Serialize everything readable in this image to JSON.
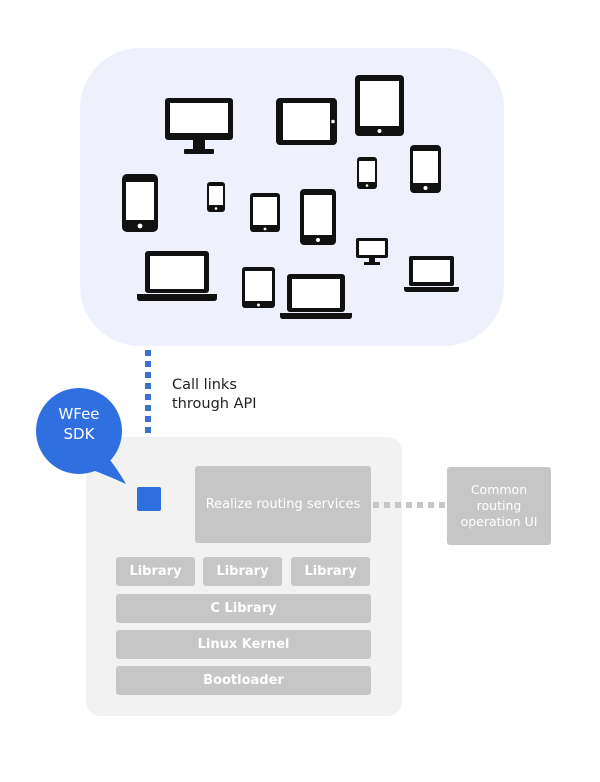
{
  "devices": [
    {
      "icon": "monitor-icon"
    },
    {
      "icon": "tablet-landscape-icon"
    },
    {
      "icon": "tablet-portrait-icon"
    },
    {
      "icon": "smartphone-icon"
    },
    {
      "icon": "smartphone-icon"
    },
    {
      "icon": "smartphone-icon"
    },
    {
      "icon": "tablet-portrait-icon"
    },
    {
      "icon": "tablet-portrait-icon"
    },
    {
      "icon": "smartphone-icon"
    },
    {
      "icon": "monitor-icon"
    },
    {
      "icon": "laptop-icon"
    },
    {
      "icon": "tablet-portrait-icon"
    },
    {
      "icon": "laptop-icon"
    },
    {
      "icon": "laptop-icon"
    }
  ],
  "call_text": "Call links\nthrough API",
  "sdk_bubble": "WFee\nSDK",
  "routing_services": "Realize routing services",
  "common_ui": "Common\nrouting\noperation UI",
  "libraries": [
    "Library",
    "Library",
    "Library"
  ],
  "c_library": "C Library",
  "linux_kernel": "Linux Kernel",
  "bootloader": "Bootloader",
  "colors": {
    "accent_blue": "#2f6fe0",
    "cloud_bg": "#eef1fc",
    "box_gray": "#c6c6c6",
    "system_bg": "#f2f2f2"
  }
}
